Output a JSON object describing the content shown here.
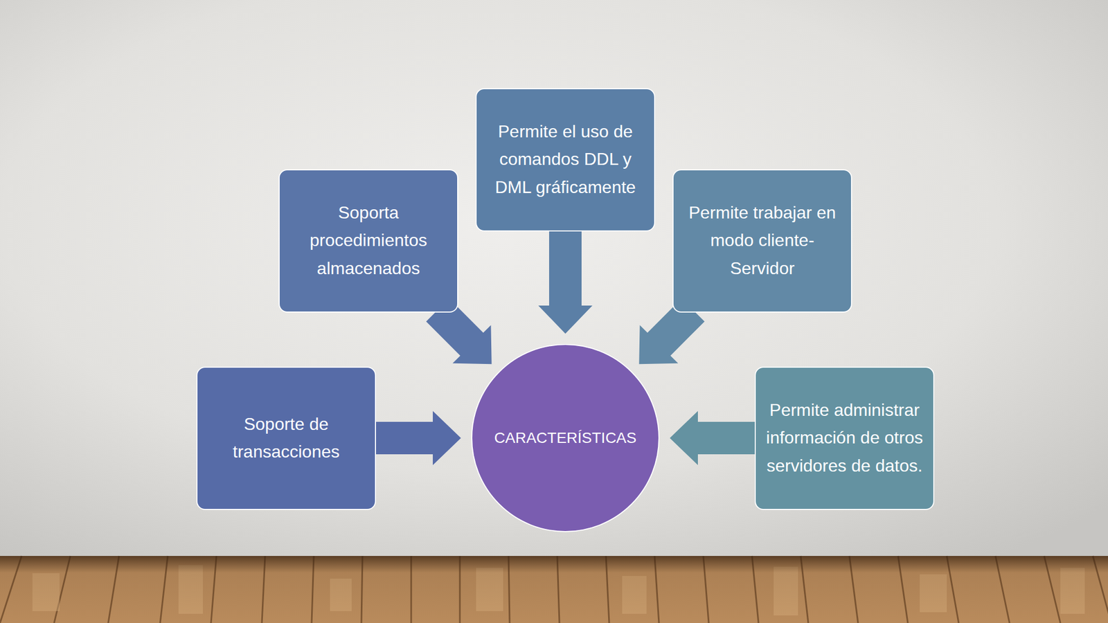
{
  "diagram": {
    "nodes": [
      {
        "text": [
          "Permite el uso de comandos DDL y DML gráficamente"
        ]
      },
      {
        "text": [
          "Soporta procedimientos almacenados"
        ]
      },
      {
        "text": [
          "Permite trabajar en modo cliente- Servidor"
        ]
      },
      {
        "text": [
          "Soporte de transacciones"
        ]
      },
      {
        "text": [
          "CARACTERÍSTICAS"
        ]
      },
      {
        "text": [
          "Permite administrar información de otros servidores de datos."
        ]
      }
    ],
    "edges": [
      {
        "from": 0,
        "to": 4,
        "arrow": "to"
      },
      {
        "from": 1,
        "to": 4,
        "arrow": "to"
      },
      {
        "from": 2,
        "to": 4,
        "arrow": "to"
      },
      {
        "from": 3,
        "to": 4,
        "arrow": "to"
      },
      {
        "from": 5,
        "to": 4,
        "arrow": "to"
      }
    ]
  }
}
